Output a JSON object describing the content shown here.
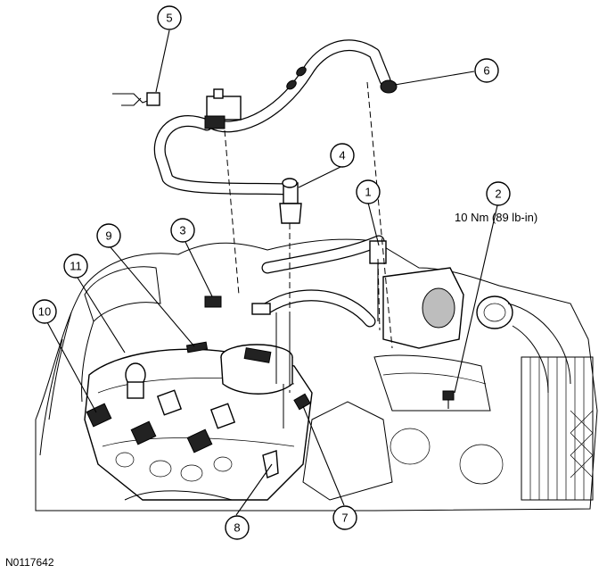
{
  "figure": {
    "id": "N0117642",
    "torque_spec": "10 Nm (89 lb-in)"
  },
  "callouts": [
    {
      "key": "c1",
      "number": "1"
    },
    {
      "key": "c2",
      "number": "2"
    },
    {
      "key": "c3",
      "number": "3"
    },
    {
      "key": "c4",
      "number": "4"
    },
    {
      "key": "c5",
      "number": "5"
    },
    {
      "key": "c6",
      "number": "6"
    },
    {
      "key": "c7",
      "number": "7"
    },
    {
      "key": "c8",
      "number": "8"
    },
    {
      "key": "c9",
      "number": "9"
    },
    {
      "key": "c10",
      "number": "10"
    },
    {
      "key": "c11",
      "number": "11"
    }
  ],
  "colors": {
    "line": "#000000",
    "background": "#ffffff",
    "shading": "#bdbdbd"
  }
}
